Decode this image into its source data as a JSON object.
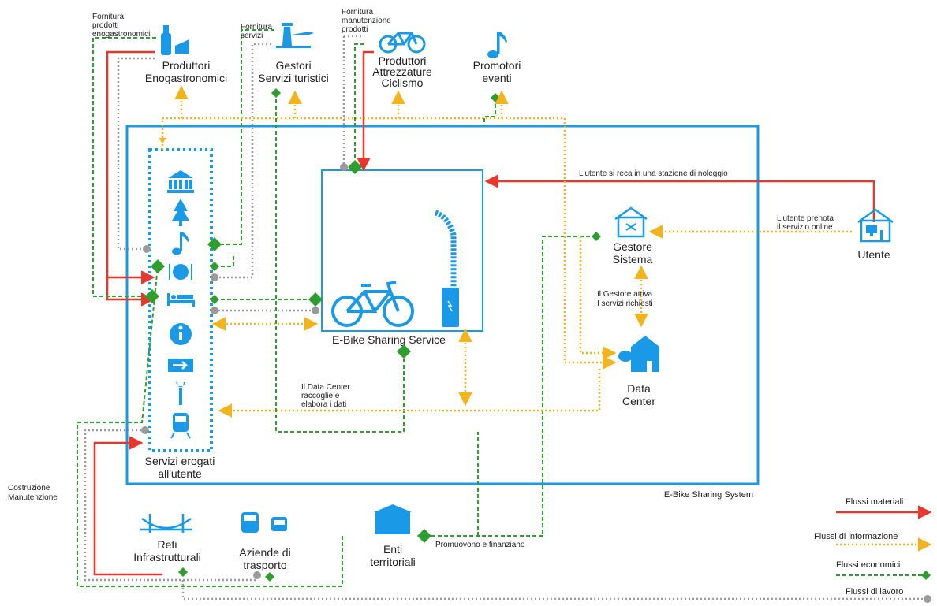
{
  "colors": {
    "system_border": "#1a9ae6",
    "icon_blue": "#1a9ae6",
    "flow_material": "#e8372c",
    "flow_information": "#f2b41e",
    "flow_economic": "#2e9e2e",
    "flow_work": "#9a9a9a"
  },
  "system": {
    "title": "E-Bike Sharing System"
  },
  "service": {
    "title": "E-Bike Sharing Service"
  },
  "services_column": {
    "title_line1": "Servizi erogati",
    "title_line2": "all'utente",
    "icons": [
      "museum-icon",
      "tree-icon",
      "music-note-icon",
      "restaurant-icon",
      "bed-icon",
      "info-icon",
      "sign-arrow-icon",
      "wrench-icon",
      "train-icon"
    ]
  },
  "actors": {
    "produttori_eno": {
      "line1": "Produttori",
      "line2": "Enogastronomici"
    },
    "gestori_servizi": {
      "line1": "Gestori",
      "line2": "Servizi turistici"
    },
    "produttori_attrezzature": {
      "line1": "Produttori",
      "line2": "Attrezzature",
      "line3": "Ciclismo"
    },
    "promotori": {
      "line1": "Promotori",
      "line2": "eventi"
    },
    "gestore_sistema": {
      "line1": "Gestore",
      "line2": "Sistema"
    },
    "data_center": {
      "line1": "Data",
      "line2": "Center"
    },
    "utente": {
      "line1": "Utente"
    },
    "reti": {
      "line1": "Reti",
      "line2": "Infrastrutturali"
    },
    "aziende": {
      "line1": "Aziende di",
      "line2": "trasporto"
    },
    "enti": {
      "line1": "Enti",
      "line2": "territoriali"
    }
  },
  "annotations": {
    "fornitura_eno": [
      "Fornitura",
      "prodotti",
      "enogastronomici"
    ],
    "fornitura_servizi": [
      "Fornitura",
      "servizi"
    ],
    "fornitura_manutenzione": [
      "Fornitura",
      "manutenzione",
      "prodotti"
    ],
    "utente_stazione": "L'utente si reca in una stazione di noleggio",
    "utente_prenota": [
      "L'utente prenota",
      "il servizio online"
    ],
    "gestore_attiva": [
      "Il Gestore attiva",
      "I servizi richiesti"
    ],
    "data_center_raccoglie": [
      "Il Data Center",
      "raccoglie e",
      "elabora i dati"
    ],
    "costruzione": [
      "Costruzione",
      "Manutenzione"
    ],
    "promuovono": "Promuovono e finanziano"
  },
  "legend": {
    "material": "Flussi materiali",
    "information": "Flussi di informazione",
    "economic": "Flussi economici",
    "work": "Flussi di lavoro"
  }
}
